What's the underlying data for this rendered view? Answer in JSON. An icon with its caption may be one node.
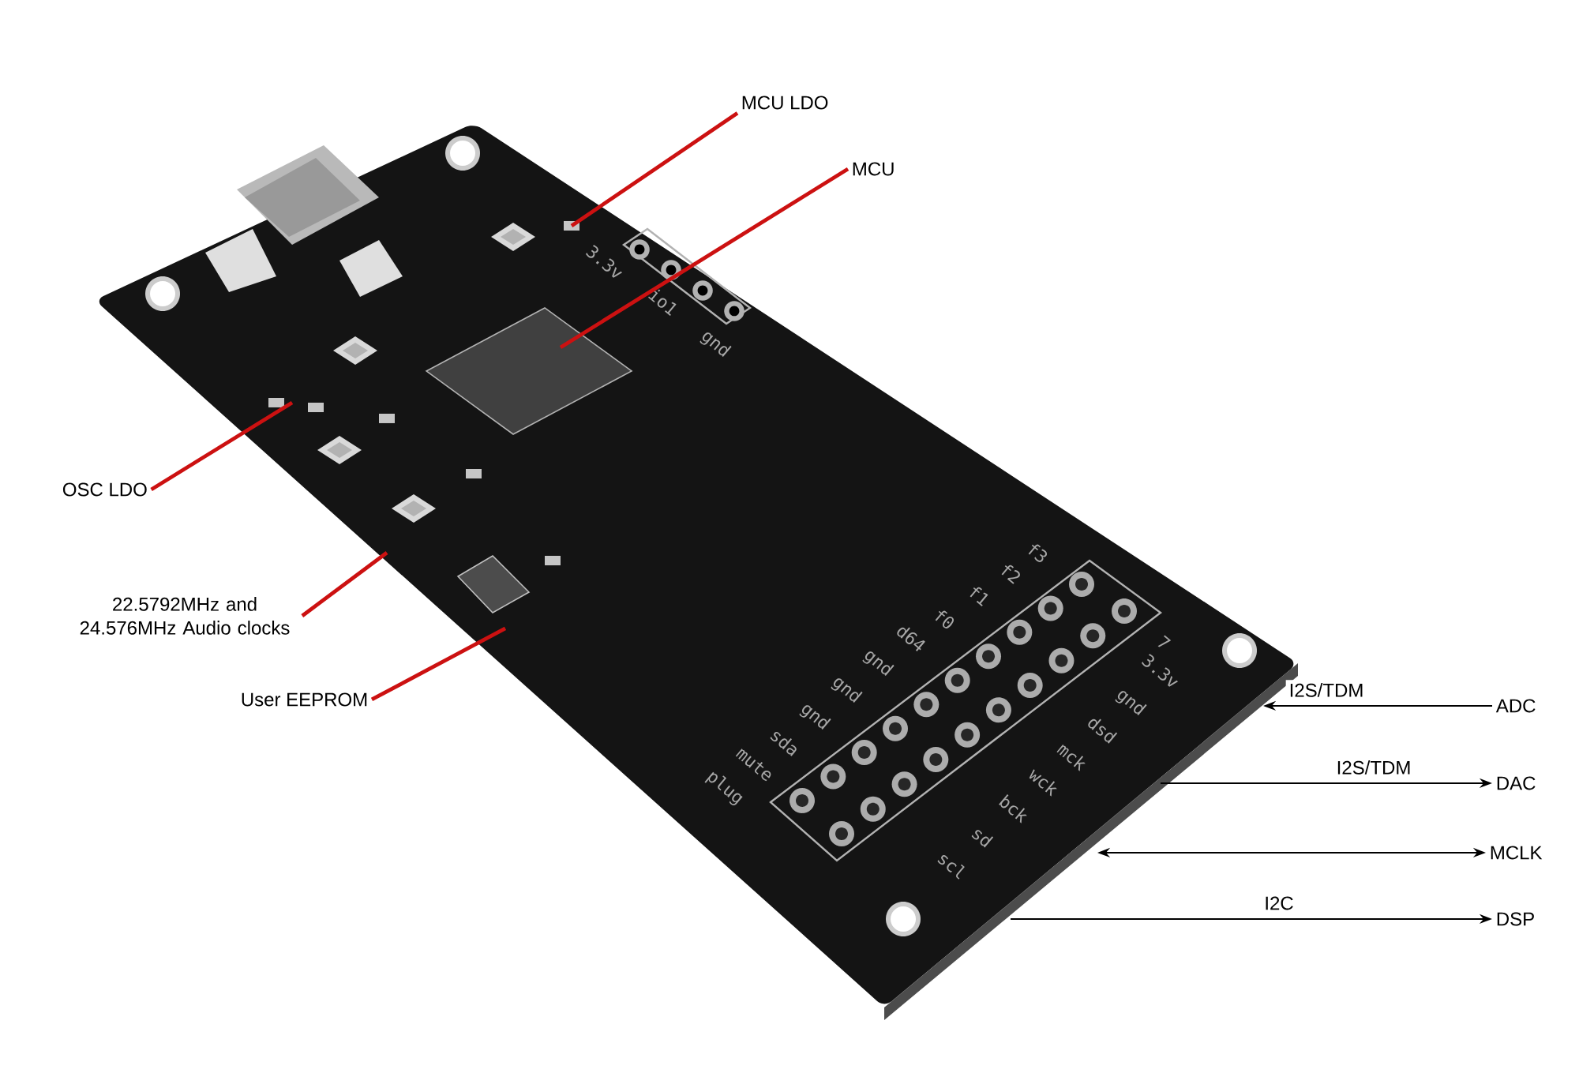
{
  "diagram": {
    "nodes": [
      {
        "text": [],
        "shape": "picture"
      },
      {
        "text": [
          "MCU LDO"
        ]
      },
      {
        "text": [
          "MCU"
        ]
      },
      {
        "text": [
          "OSC LDO"
        ]
      },
      {
        "text": [
          "22.5792MHz and 24.576MHz Audio clocks"
        ]
      },
      {
        "text": [
          "User EEPROM"
        ]
      },
      {
        "text": [
          "ADC"
        ]
      },
      {
        "text": [
          "DAC"
        ]
      },
      {
        "text": [
          "MCLK"
        ]
      },
      {
        "text": [
          "DSP"
        ]
      }
    ],
    "edges": [
      {
        "from": 1,
        "to": 0,
        "arrow": "none",
        "color": "#cc1111"
      },
      {
        "from": 2,
        "to": 0,
        "arrow": "none",
        "color": "#cc1111"
      },
      {
        "from": 3,
        "to": 0,
        "arrow": "none",
        "color": "#cc1111"
      },
      {
        "from": 4,
        "to": 0,
        "arrow": "none",
        "color": "#cc1111"
      },
      {
        "from": 5,
        "to": 0,
        "arrow": "none",
        "color": "#cc1111"
      },
      {
        "from": 6,
        "to": 0,
        "arrow": "to",
        "label": "I2S/TDM",
        "color": "#000000"
      },
      {
        "from": 0,
        "to": 7,
        "arrow": "to",
        "label": "I2S/TDM",
        "color": "#000000"
      },
      {
        "from": 0,
        "to": 8,
        "arrow": "both",
        "color": "#000000"
      },
      {
        "from": 0,
        "to": 9,
        "arrow": "to",
        "label": "I2C",
        "color": "#000000"
      }
    ],
    "labels": [
      "3.3v",
      "io1",
      "gnd",
      "f3",
      "f2",
      "f1",
      "f0",
      "d64",
      "gnd",
      "gnd",
      "gnd",
      "sda",
      "mute",
      "plug",
      "7",
      "3.3v",
      "gnd",
      "dsd",
      "mck",
      "wck",
      "bck",
      "sd",
      "scl"
    ]
  }
}
